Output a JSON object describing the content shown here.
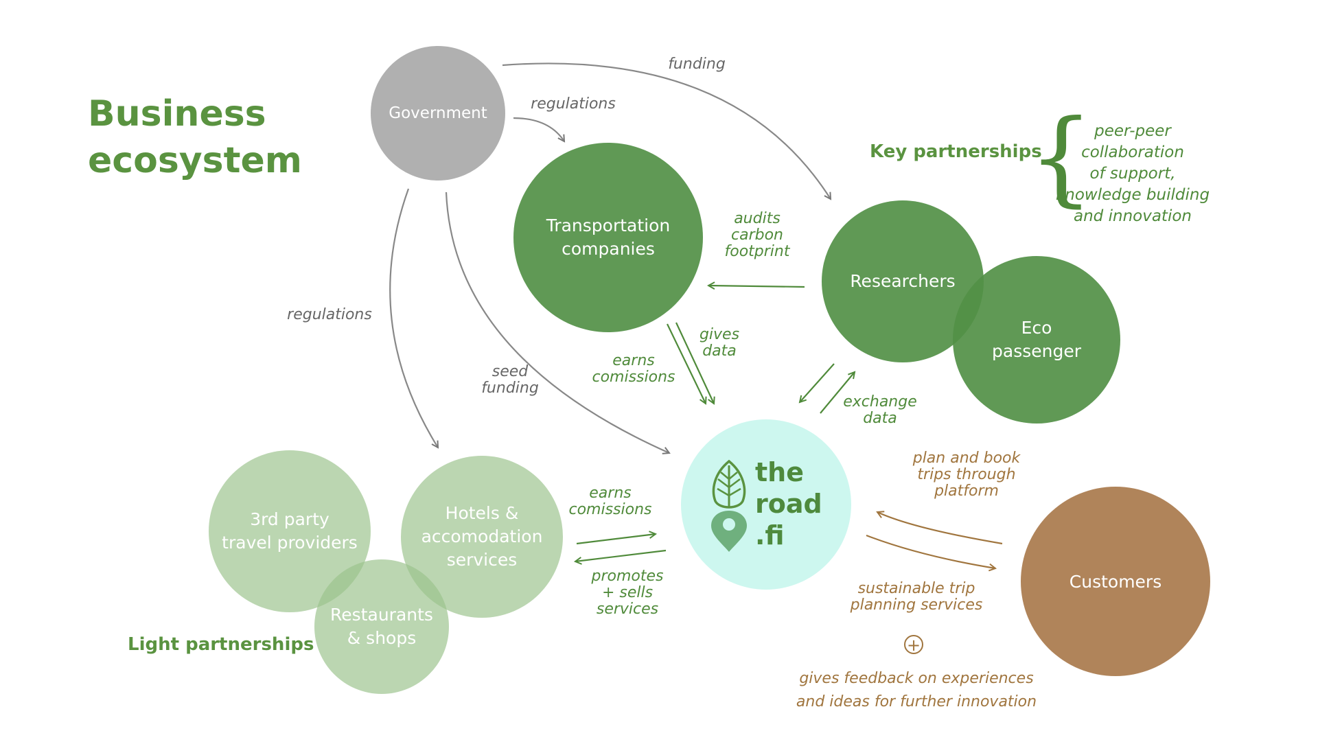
{
  "title_line1": "Business",
  "title_line2": "ecosystem",
  "key_partnerships": "Key partnerships",
  "key_partnerships_note": "peer-peer\ncollaboration\nof support,\nknowledge building\nand innovation",
  "light_partnerships": "Light partnerships",
  "nodes": {
    "government": "Government",
    "transportation": [
      "Transportation",
      "companies"
    ],
    "researchers": "Researchers",
    "eco_passenger": [
      "Eco",
      "passenger"
    ],
    "third_party": [
      "3rd party",
      "travel providers"
    ],
    "hotels": [
      "Hotels &",
      "accomodation",
      "services"
    ],
    "restaurants": [
      "Restaurants",
      "& shops"
    ],
    "customers": "Customers",
    "theroad": "the\nroad\n.fi"
  },
  "arrow_labels": {
    "funding": "funding",
    "regulations_top": "regulations",
    "regulations_left": "regulations",
    "seed_funding": "seed\nfunding",
    "audits": "audits\ncarbon\nfootprint",
    "gives_data": "gives\ndata",
    "earns_top": "earns\ncomissions",
    "exchange_data": "exchange\ndata",
    "earns_left": "earns\ncomissions",
    "promotes": "promotes\n+ sells\nservices",
    "plan_book": "plan and book\ntrips through\nplatform",
    "sustainable": "sustainable trip\nplanning services",
    "feedback": "gives feedback on experiences\nand ideas for further innovation"
  },
  "icons": {
    "logo": "leaf-pin-icon",
    "plus": "plus-circle-icon"
  },
  "colors": {
    "green": "#5a9340",
    "light_green": "#9bc28c",
    "grey": "#b0b0b0",
    "brown": "#b0845a",
    "mint": "#cdf7ef"
  }
}
